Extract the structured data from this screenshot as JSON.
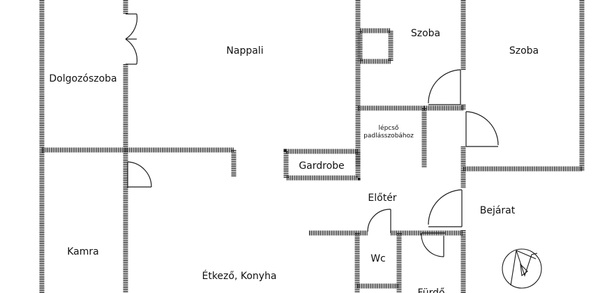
{
  "rooms": {
    "nappali": "Nappali",
    "szoba_1": "Szoba",
    "szoba_2": "Szoba",
    "dolgozoszoba": "Dolgozószoba",
    "lepcso_line1": "lépcső",
    "lepcso_line2": "padlásszobához",
    "gardrobe": "Gardrobe",
    "eloter": "Előtér",
    "bejarat": "Bejárat",
    "kamra": "Kamra",
    "wc": "Wc",
    "etkezo_konyha": "Étkező, Konyha",
    "furdo_partial": "Fürdő"
  },
  "colors": {
    "wall": "#1a1a1a",
    "background": "#ffffff"
  }
}
